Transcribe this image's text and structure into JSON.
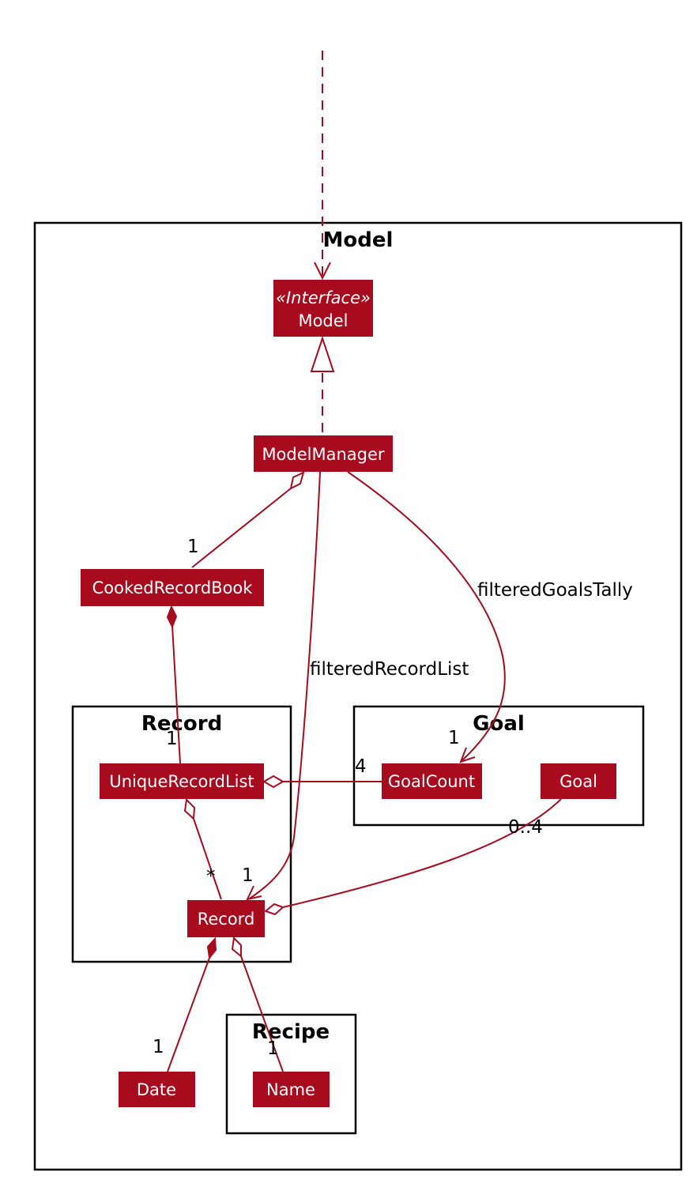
{
  "colors": {
    "class_fill": "#a80b1e",
    "class_text": "#ffffff",
    "edge": "#a80b1e",
    "frame": "#000000"
  },
  "packages": {
    "model": "Model",
    "record": "Record",
    "goal": "Goal",
    "recipe": "Recipe"
  },
  "classes": {
    "model_stereotype": "«Interface»",
    "model": "Model",
    "model_manager": "ModelManager",
    "cooked_record_book": "CookedRecordBook",
    "unique_record_list": "UniqueRecordList",
    "goal_count": "GoalCount",
    "goal": "Goal",
    "record": "Record",
    "date": "Date",
    "name": "Name"
  },
  "roles": {
    "filtered_goals_tally": "filteredGoalsTally",
    "filtered_record_list": "filteredRecordList"
  },
  "multiplicities": {
    "manager_to_book": "1",
    "book_to_list": "1",
    "goalcount_to_list": "4",
    "manager_to_goalcount": "1",
    "list_to_record": "*",
    "manager_to_record": "1",
    "goal_to_record": "0..4",
    "record_to_date": "1",
    "record_to_name": "1"
  }
}
